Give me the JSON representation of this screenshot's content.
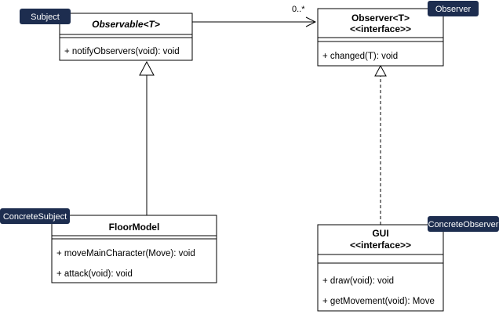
{
  "diagram": {
    "colors": {
      "line": "#000000",
      "tag_bg": "#1d2d4f",
      "tag_text": "#ffffff",
      "box_bg": "#ffffff"
    },
    "classes": {
      "observable": {
        "title": "Observable<T>",
        "stereotype": "",
        "title_italic": true,
        "methods": [
          "+ notifyObservers(void): void"
        ]
      },
      "observer": {
        "title": "Observer<T>",
        "stereotype": "<<interface>>",
        "title_italic": false,
        "methods": [
          "+ changed(T): void"
        ]
      },
      "floormodel": {
        "title": "FloorModel",
        "stereotype": "",
        "title_italic": false,
        "methods": [
          "+ moveMainCharacter(Move): void",
          "+ attack(void): void"
        ]
      },
      "gui": {
        "title": "GUI",
        "stereotype": "<<interface>>",
        "title_italic": false,
        "methods": [
          "+ draw(void): void",
          "+ getMovement(void): Move"
        ]
      }
    },
    "role_tags": {
      "subject": "Subject",
      "observer": "Observer",
      "concrete_subject": "ConcreteSubject",
      "concrete_observer": "ConcreteObserver"
    },
    "association": {
      "multiplicity": "0..*"
    }
  }
}
